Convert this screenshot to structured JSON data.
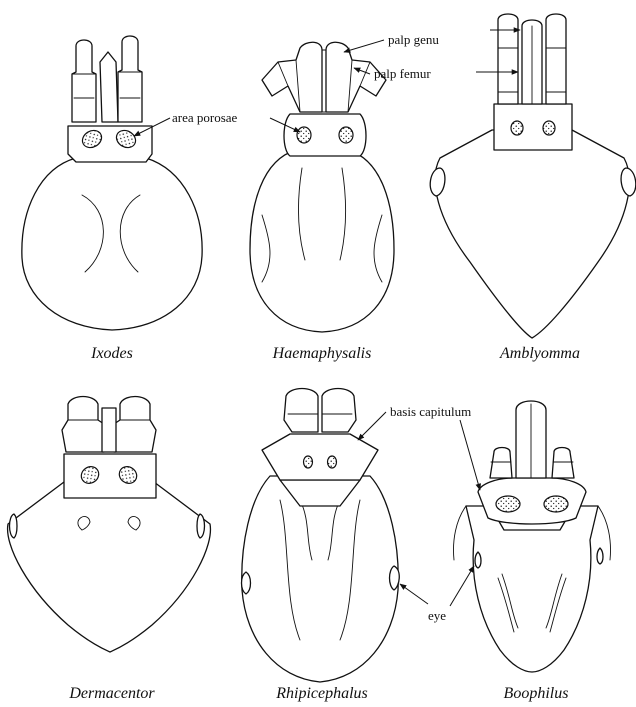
{
  "figure": {
    "specimens": [
      {
        "genus": "Ixodes"
      },
      {
        "genus": "Haemaphysalis"
      },
      {
        "genus": "Amblyomma"
      },
      {
        "genus": "Dermacentor"
      },
      {
        "genus": "Rhipicephalus"
      },
      {
        "genus": "Boophilus"
      }
    ],
    "labels": {
      "area_porosae": "area porosae",
      "palp_genu": "palp genu",
      "palp_femur": "palp femur",
      "basis_capitulum": "basis capitulum",
      "eye": "eye"
    }
  }
}
